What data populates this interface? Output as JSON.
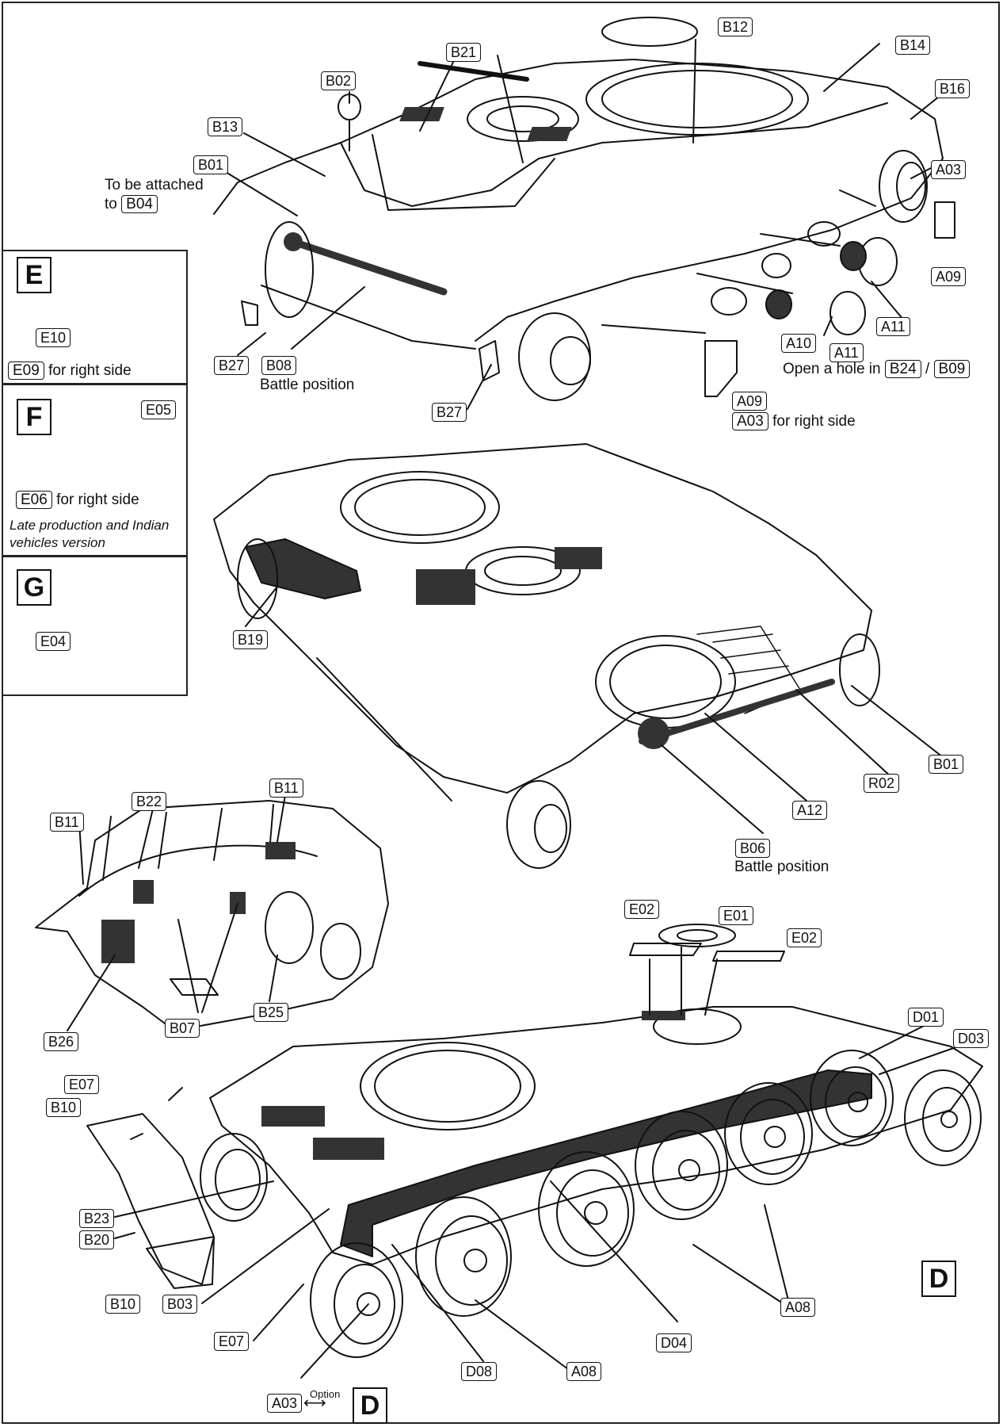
{
  "callouts": {
    "b12": "B12",
    "b21": "B21",
    "b14": "B14",
    "b16": "B16",
    "b02": "B02",
    "b13": "B13",
    "b01_top": "B01",
    "a03_top": "A03",
    "a09_right": "A09",
    "a11_top": "A11",
    "a10": "A10",
    "a11_bottom": "A11",
    "b27_left": "B27",
    "b08": "B08",
    "b27_center": "B27",
    "a09_bottom": "A09",
    "b19": "B19",
    "b01_mid": "B01",
    "r02": "R02",
    "a12": "A12",
    "b06": "B06",
    "b11_left": "B11",
    "b22": "B22",
    "b11_right": "B11",
    "b26": "B26",
    "b07": "B07",
    "b25": "B25",
    "e02_left": "E02",
    "e01": "E01",
    "e02_right": "E02",
    "d01": "D01",
    "d03": "D03",
    "e07_top": "E07",
    "b10_top": "B10",
    "b23": "B23",
    "b20": "B20",
    "b10_bottom": "B10",
    "b03": "B03",
    "e07_bottom": "E07",
    "a03_bottom": "A03",
    "d08": "D08",
    "a08_bottom": "A08",
    "d04": "D04",
    "a08_right": "A08"
  },
  "notes": {
    "attach_line1": "To be attached",
    "attach_line2_prefix": "to",
    "attach_ref": "B04",
    "battle_position_b08": "Battle position",
    "battle_position_b06": "Battle position",
    "hole_prefix": "Open a hole in",
    "hole_ref1": "B24",
    "hole_sep": "/",
    "hole_ref2": "B09",
    "a03_ref": "A03",
    "a03_right_side": "for right side",
    "option": "Option"
  },
  "insets": {
    "e": {
      "letter": "E",
      "part": "E10",
      "note_ref": "E09",
      "note_text": "for right side"
    },
    "f": {
      "letter": "F",
      "part": "E05",
      "note_ref": "E06",
      "note_text": "for right side",
      "caption_line1": "Late production and Indian",
      "caption_line2": "vehicles version"
    },
    "g": {
      "letter": "G",
      "part": "E04"
    }
  },
  "markers": {
    "d_right": "D",
    "d_bottom": "D"
  }
}
